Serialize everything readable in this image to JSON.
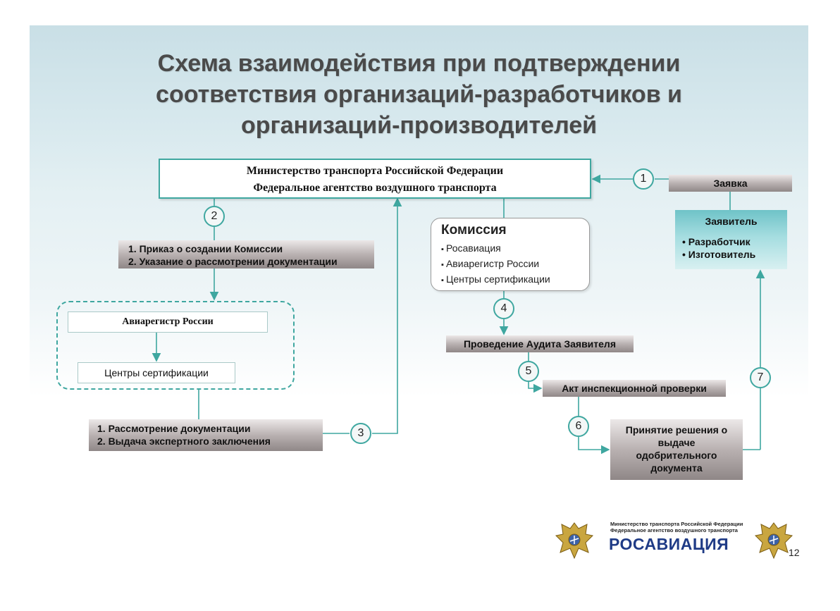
{
  "title": {
    "line1": "Схема взаимодействия при подтверждении",
    "line2": "соответствия организаций-разработчиков и",
    "line3": "организаций-производителей"
  },
  "ministry": {
    "line1": "Министерство транспорта Российской Федерации",
    "line2": "Федеральное агентство воздушного транспорта"
  },
  "application": "Заявка",
  "applicant": {
    "title": "Заявитель",
    "items": [
      "Разработчик",
      "Изготовитель"
    ]
  },
  "order": {
    "items": [
      "1.  Приказ о создании Комиссии",
      "2.  Указание о рассмотрении документации"
    ]
  },
  "commission": {
    "title": "Комиссия",
    "items": [
      "Росавиация",
      "Авиарегистр России",
      "Центры сертификации"
    ]
  },
  "aviaregister": "Авиарегистр России",
  "certification_centers": "Центры сертификации",
  "review": {
    "items": [
      "1.  Рассмотрение документации",
      "2.  Выдача экспертного заключения"
    ]
  },
  "audit": "Проведение Аудита Заявителя",
  "inspection_act": "Акт инспекционной проверки",
  "decision": {
    "lines": [
      "Принятие решения о",
      "выдаче",
      "одобрительного",
      "документа"
    ]
  },
  "steps": [
    "1",
    "2",
    "3",
    "4",
    "5",
    "6",
    "7"
  ],
  "footer": {
    "ministry_line1": "Министерство транспорта Российской Федерации",
    "ministry_line2": "Федеральное агентство воздушного транспорта",
    "brand": "РОСАВИАЦИЯ",
    "page_number": "12"
  },
  "colors": {
    "accent": "#3fa7a0",
    "brand": "#1f3b86",
    "title": "#4a4a4a"
  }
}
